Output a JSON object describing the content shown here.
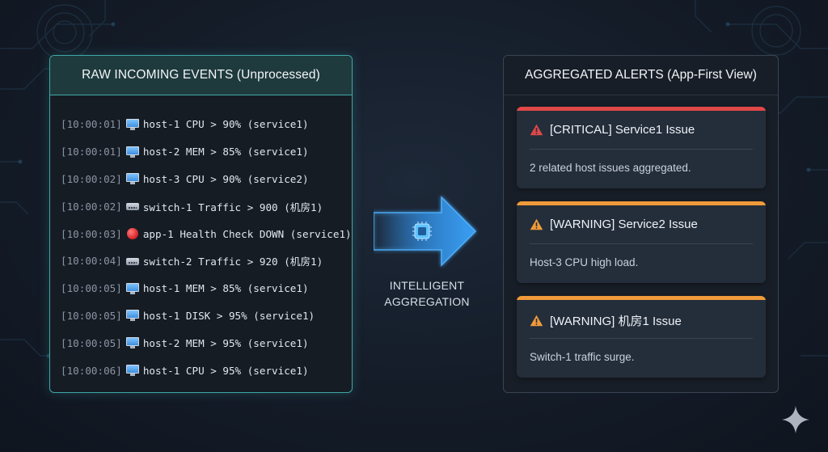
{
  "raw_panel": {
    "title": "RAW INCOMING EVENTS (Unprocessed)",
    "events": [
      {
        "time": "[10:00:01]",
        "icon": "monitor-icon",
        "text": "host-1 CPU > 90% (service1)"
      },
      {
        "time": "[10:00:01]",
        "icon": "monitor-icon",
        "text": "host-2 MEM > 85% (service1)"
      },
      {
        "time": "[10:00:02]",
        "icon": "monitor-icon",
        "text": "host-3 CPU > 90% (service2)"
      },
      {
        "time": "[10:00:02]",
        "icon": "network-switch-icon",
        "text": "switch-1 Traffic > 900 (机房1)"
      },
      {
        "time": "[10:00:03]",
        "icon": "red-circle-icon",
        "text": "app-1 Health Check DOWN (service1)"
      },
      {
        "time": "[10:00:04]",
        "icon": "network-switch-icon",
        "text": "switch-2 Traffic > 920 (机房1)"
      },
      {
        "time": "[10:00:05]",
        "icon": "monitor-icon",
        "text": "host-1 MEM > 85% (service1)"
      },
      {
        "time": "[10:00:05]",
        "icon": "monitor-icon",
        "text": "host-1 DISK > 95% (service1)"
      },
      {
        "time": "[10:00:05]",
        "icon": "monitor-icon",
        "text": "host-2 MEM > 95% (service1)"
      },
      {
        "time": "[10:00:06]",
        "icon": "monitor-icon",
        "text": "host-1 CPU > 95% (service1)"
      }
    ]
  },
  "aggregation": {
    "line1": "INTELLIGENT",
    "line2": "AGGREGATION"
  },
  "alerts_panel": {
    "title": "AGGREGATED ALERTS (App-First View)",
    "alerts": [
      {
        "severity": "critical",
        "title": "[CRITICAL] Service1 Issue",
        "description": "2 related host issues aggregated.",
        "color": "#e04848"
      },
      {
        "severity": "warning",
        "title": "[WARNING] Service2 Issue",
        "description": "Host-3 CPU high load.",
        "color": "#ef9a3a"
      },
      {
        "severity": "warning",
        "title": "[WARNING] 机房1 Issue",
        "description": "Switch-1 traffic surge.",
        "color": "#ef9a3a"
      }
    ]
  },
  "colors": {
    "accent_teal": "#3fa7a6",
    "arrow_blue": "#3aa0f5",
    "critical_red": "#e04848",
    "warning_orange": "#ef9a3a"
  }
}
